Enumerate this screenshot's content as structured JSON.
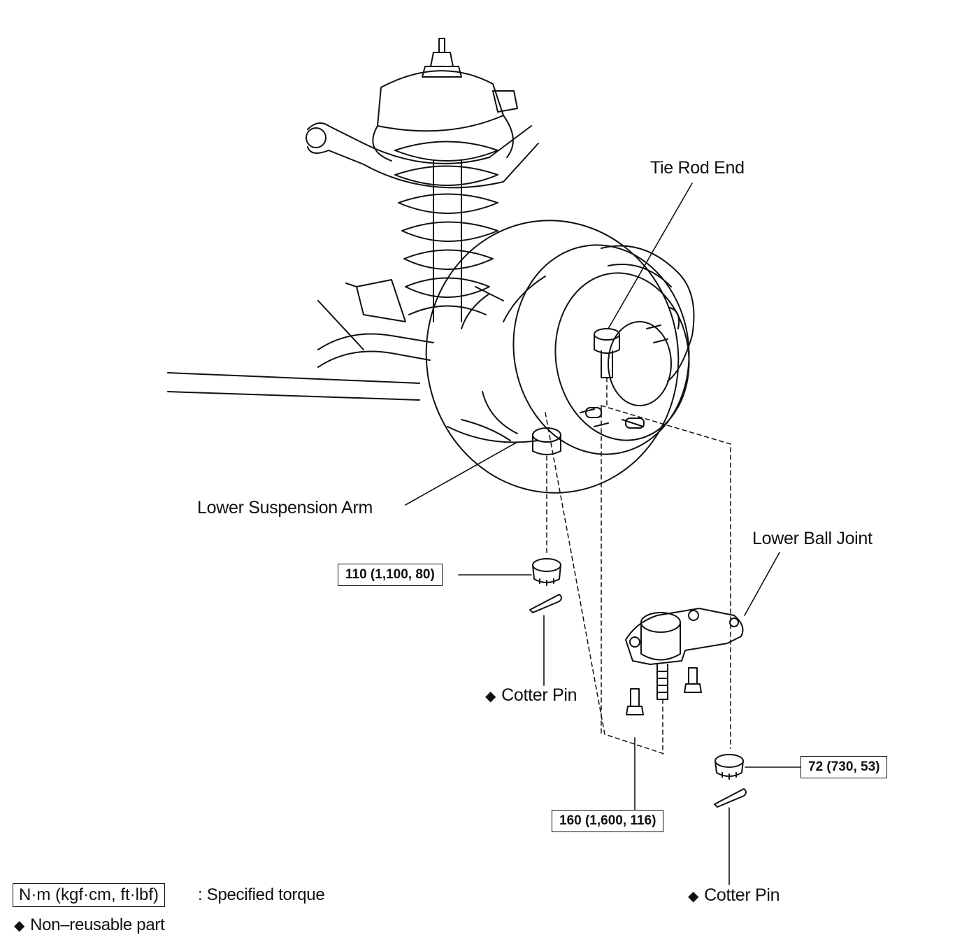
{
  "labels": {
    "tie_rod_end": "Tie Rod End",
    "lower_suspension_arm": "Lower Suspension Arm",
    "lower_ball_joint": "Lower Ball Joint",
    "cotter_pin_left": "Cotter Pin",
    "cotter_pin_right": "Cotter Pin"
  },
  "torques": {
    "nut_lower_arm": "110 (1,100, 80)",
    "bolts_ball_joint": "160 (1,600, 116)",
    "nut_ball_joint": "72 (730, 53)"
  },
  "legend": {
    "unit_box": "N·m (kgf·cm, ft·lbf)",
    "unit_desc": ": Specified torque",
    "nonreusable_symbol": "◆",
    "nonreusable_desc": "Non–reusable part"
  }
}
